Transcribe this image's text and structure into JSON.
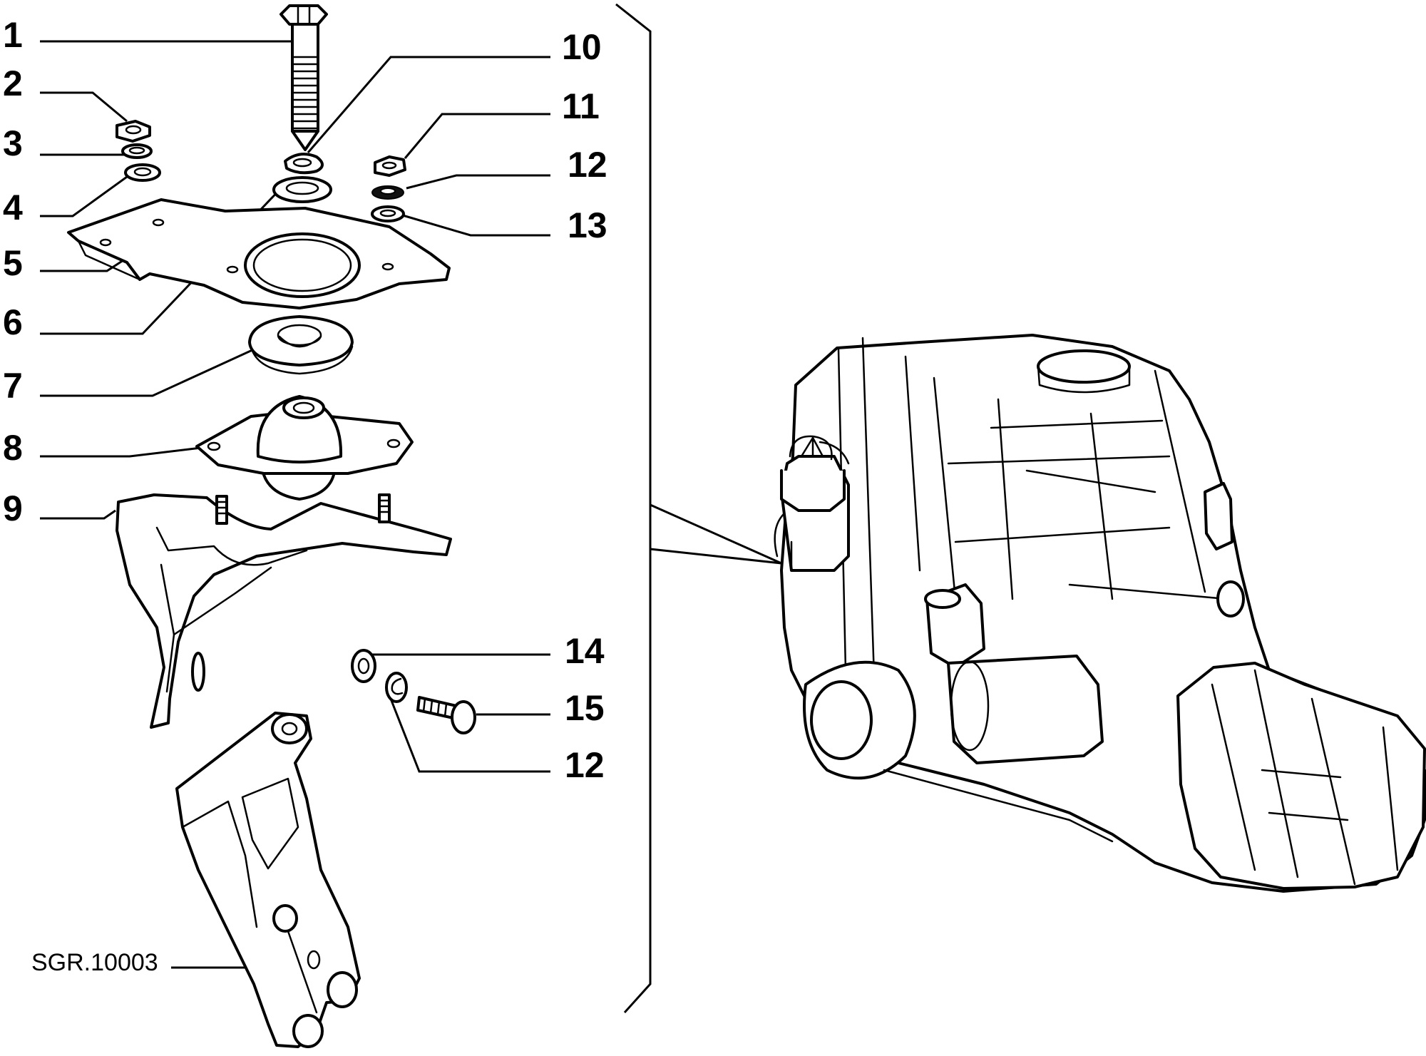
{
  "diagram": {
    "callouts": [
      {
        "id": "c1",
        "label": "1"
      },
      {
        "id": "c2",
        "label": "2"
      },
      {
        "id": "c3",
        "label": "3"
      },
      {
        "id": "c4",
        "label": "4"
      },
      {
        "id": "c5",
        "label": "5"
      },
      {
        "id": "c6",
        "label": "6"
      },
      {
        "id": "c7",
        "label": "7"
      },
      {
        "id": "c8",
        "label": "8"
      },
      {
        "id": "c9",
        "label": "9"
      },
      {
        "id": "c10",
        "label": "10"
      },
      {
        "id": "c11",
        "label": "11"
      },
      {
        "id": "c12a",
        "label": "12"
      },
      {
        "id": "c13",
        "label": "13"
      },
      {
        "id": "c14",
        "label": "14"
      },
      {
        "id": "c15",
        "label": "15"
      },
      {
        "id": "c12b",
        "label": "12"
      }
    ],
    "reference_code": "SGR.10003"
  }
}
